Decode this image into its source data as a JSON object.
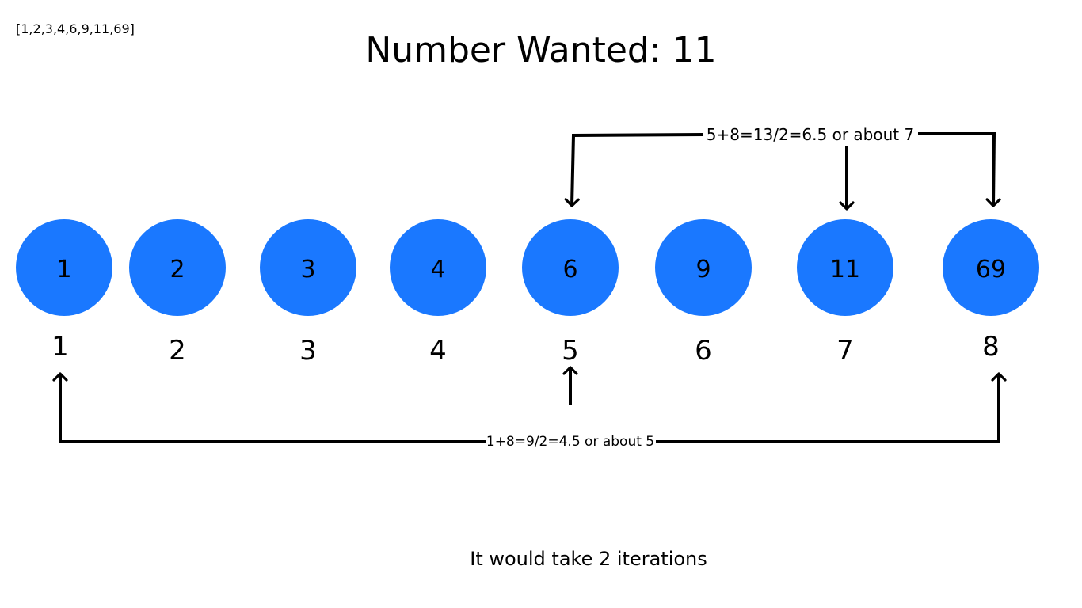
{
  "header": {
    "array_text": "[1,2,3,4,6,9,11,69]",
    "title": "Number Wanted: 11"
  },
  "nodes": [
    {
      "value": "1",
      "position": "1"
    },
    {
      "value": "2",
      "position": "2"
    },
    {
      "value": "3",
      "position": "3"
    },
    {
      "value": "4",
      "position": "4"
    },
    {
      "value": "6",
      "position": "5"
    },
    {
      "value": "9",
      "position": "6"
    },
    {
      "value": "11",
      "position": "7"
    },
    {
      "value": "69",
      "position": "8"
    }
  ],
  "annotations": {
    "top_bracket_label": "5+8=13/2=6.5 or about 7",
    "bottom_bracket_label": "1+8=9/2=4.5 or about 5"
  },
  "footer": {
    "text": "It would take 2 iterations"
  },
  "colors": {
    "node_fill": "#1a78ff",
    "line": "#000000",
    "background": "#ffffff"
  }
}
